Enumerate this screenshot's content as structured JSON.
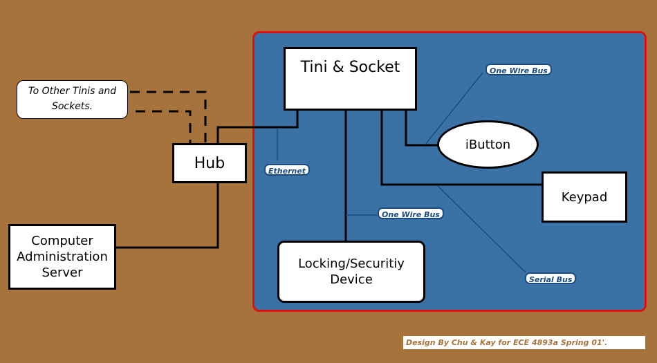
{
  "diagram": {
    "secure_zone_color": "#3b72a6",
    "zone_border_color": "#e01010",
    "background_color": "#a6733c",
    "nodes": {
      "tini_socket": "Tini & Socket",
      "ibutton": "iButton",
      "keypad": "Keypad",
      "locking_device_line1": "Locking/Securitiy",
      "locking_device_line2": "Device",
      "hub": "Hub",
      "server_line1": "Computer",
      "server_line2": "Administration",
      "server_line3": "Server"
    },
    "note": {
      "line1": "To Other Tinis and",
      "line2": "Sockets."
    },
    "connection_labels": {
      "one_wire_bus_top": "One Wire Bus",
      "one_wire_bus_mid": "One Wire Bus",
      "ethernet": "Ethernet",
      "serial_bus": "Serial Bus"
    },
    "credit": "Design By Chu & Kay for ECE 4893a Spring 01'."
  }
}
